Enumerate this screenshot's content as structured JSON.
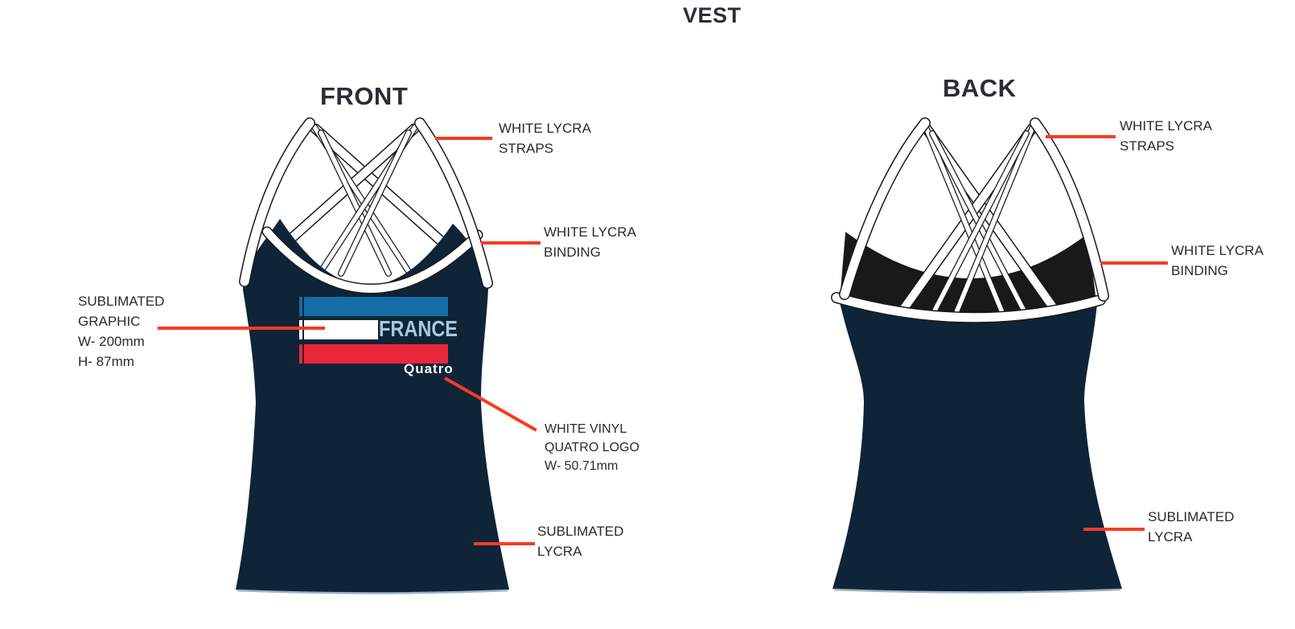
{
  "title": "VEST",
  "front": {
    "heading": "FRONT",
    "graphic": {
      "country": "FRANCE",
      "brand": "Quatro"
    },
    "labels": {
      "straps": {
        "lines": [
          "WHITE LYCRA",
          "STRAPS"
        ]
      },
      "binding": {
        "lines": [
          "WHITE LYCRA",
          "BINDING"
        ]
      },
      "graphic": {
        "lines": [
          "SUBLIMATED",
          "GRAPHIC",
          "W- 200mm",
          "H- 87mm"
        ]
      },
      "logo": {
        "lines": [
          "WHITE VINYL",
          "QUATRO LOGO",
          "W- 50.71mm"
        ]
      },
      "lycra": {
        "lines": [
          "SUBLIMATED",
          "LYCRA"
        ]
      }
    }
  },
  "back": {
    "heading": "BACK",
    "labels": {
      "straps": {
        "lines": [
          "WHITE LYCRA",
          "STRAPS"
        ]
      },
      "binding": {
        "lines": [
          "WHITE LYCRA",
          "BINDING"
        ]
      },
      "lycra": {
        "lines": [
          "SUBLIMATED",
          "LYCRA"
        ]
      }
    }
  },
  "colors": {
    "garment_navy": "#0f2437",
    "back_panel_black": "#191919",
    "leader_red": "#f63b22",
    "flag_blue": "#146da6",
    "flag_red": "#e8283a",
    "france_text_blue": "#a6c9de",
    "strap_white": "#ffffff",
    "outline_black": "#1a1a1a"
  }
}
